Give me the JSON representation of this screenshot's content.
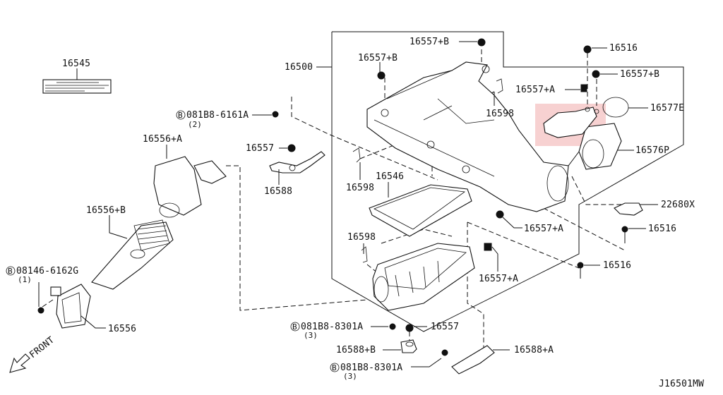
{
  "diagram": {
    "title": "Air cleaner assembly exploded parts diagram",
    "reference_code": "J16501MW",
    "direction_indicator": "FRONT",
    "highlight_color": "#f6c9c9",
    "highlighted_part": "16577E area (bracket)"
  },
  "labels": {
    "l16545": "16545",
    "l16500": "16500",
    "l16557B_top": "16557+B",
    "l16557B_left": "16557+B",
    "l16557B_right": "16557+B",
    "l16516_top": "16516",
    "l16557A_top": "16557+A",
    "l16577E": "16577E",
    "l16576P": "16576P",
    "l16598_top": "16598",
    "l16598_mid": "16598",
    "l16598_low": "16598",
    "l081B8_6161A": "081B8-6161A",
    "l081B8_6161A_qty": "(2)",
    "l16557_left": "16557",
    "l16588": "16588",
    "l16556A": "16556+A",
    "l16556B": "16556+B",
    "l16546": "16546",
    "l22680X": "22680X",
    "l16516_mid": "16516",
    "l16557A_mid": "16557+A",
    "l16557A_low": "16557+A",
    "l16516_low": "16516",
    "l08146_6162G": "08146-6162G",
    "l08146_6162G_qty": "(1)",
    "l16556": "16556",
    "l081B8_8301A_a": "081B8-8301A",
    "l081B8_8301A_a_qty": "(3)",
    "l16557_bottom": "16557",
    "l16588B": "16588+B",
    "l081B8_8301A_b": "081B8-8301A",
    "l081B8_8301A_b_qty": "(3)",
    "l16588A": "16588+A",
    "b_marker": "B"
  }
}
